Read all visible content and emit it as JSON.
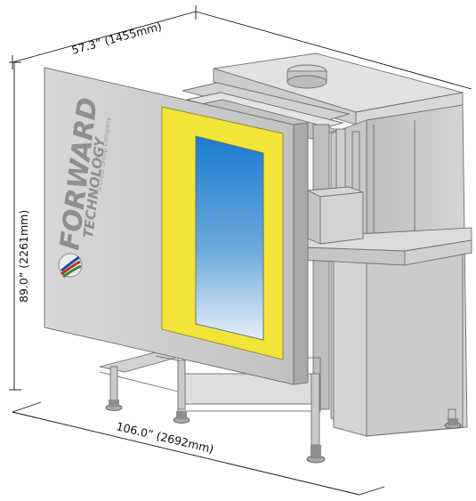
{
  "dimensions": {
    "depth": "57.3” (1455mm)",
    "height": "89.0” (2261mm)",
    "width": "106.0” (2692mm)"
  },
  "logo": {
    "brand": "FORWARD",
    "sub": "TECHNOLOGY",
    "tagline": "a Crest Group Company"
  },
  "colors": {
    "frame": "#f3e43a",
    "window_top": "#1a7bd0",
    "window_bottom": "#e6f0f7",
    "steel": "#cfcfcf"
  }
}
